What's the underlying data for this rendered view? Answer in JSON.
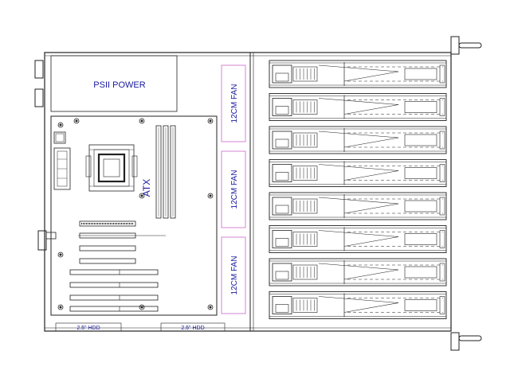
{
  "power": {
    "label": "PSII POWER"
  },
  "fans": [
    {
      "label": "12CM FAN"
    },
    {
      "label": "12CM FAN"
    },
    {
      "label": "12CM FAN"
    }
  ],
  "motherboard": {
    "label": "ATX"
  },
  "hdds": [
    {
      "label": "2.5\" HDD"
    },
    {
      "label": "2.5\" HDD"
    }
  ],
  "drive_bays": {
    "count": 8
  },
  "colors": {
    "line": "#222222",
    "label_text": "#1a1aa0",
    "fan_border": "#cc66cc"
  }
}
